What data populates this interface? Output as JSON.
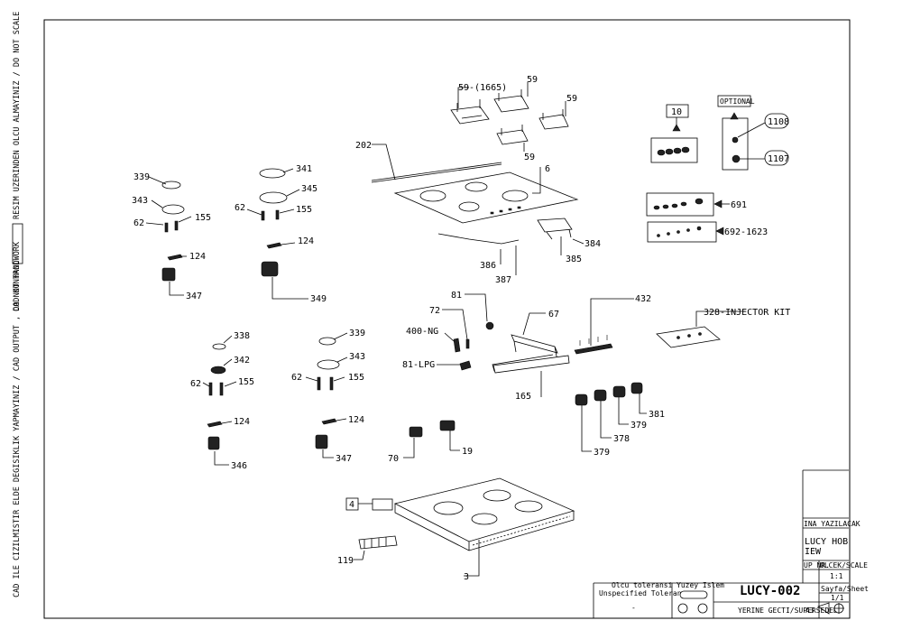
{
  "side_notes": {
    "note1": "RESIM UZERINDEN OLCU ALMAYINIZ / DO NOT SCALE",
    "note2": "CAD KONTROL",
    "note3": "CAD ILE CIZILMISTIR ELDE DEGISIKLIK YAPMAYINIZ / CAD OUTPUT , DO NOT HANDWORK"
  },
  "labels": {
    "p339a": "339",
    "p343a": "343",
    "p62a": "62",
    "p155a": "155",
    "p124a": "124",
    "p347a": "347",
    "p341": "341",
    "p345": "345",
    "p62b": "62",
    "p155b": "155",
    "p124b": "124",
    "p349": "349",
    "p338": "338",
    "p342": "342",
    "p62c": "62",
    "p155c": "155",
    "p124c": "124",
    "p346": "346",
    "p339b": "339",
    "p343b": "343",
    "p62d": "62",
    "p155d": "155",
    "p124d": "124",
    "p347b": "347",
    "p59_1665": "59-(1665)",
    "p59a": "59",
    "p59b": "59",
    "p59c": "59",
    "p202": "202",
    "p6": "6",
    "p384": "384",
    "p385": "385",
    "p386": "386",
    "p387": "387",
    "p10": "10",
    "optional": "OPTIONAL",
    "p1108": "1108",
    "p1107": "1107",
    "p691": "691",
    "p692": "692-1623",
    "p81": "81",
    "p72": "72",
    "p400ng": "400-NG",
    "p81lpg": "81-LPG",
    "p67": "67",
    "p165": "165",
    "p432": "432",
    "p328": "328-INJECTOR KIT",
    "p381": "381",
    "p379a": "379",
    "p378": "378",
    "p379b": "379",
    "p70": "70",
    "p19": "19",
    "p4": "4",
    "p119": "119",
    "p3": "3"
  },
  "title_block": {
    "yazilacak": "INA YAZILACAK",
    "model_line1": "LUCY HOB",
    "model_line2": "IEW",
    "grup_label": "UP NR.",
    "olcek_label": "OLCEK/SCALE",
    "scale": "1:1",
    "sayfa_label": "Sayfa/Sheet",
    "sheet": "1/1",
    "tolerance1": "Olcu toleransi",
    "tolerance2": "Unspecified Tolerance",
    "tolerance3": "-",
    "surface": "Yuzey Islem",
    "code": "LUCY-002",
    "superseded": "YERINE GECTI/SUPERSEDED",
    "paper": "A3"
  }
}
